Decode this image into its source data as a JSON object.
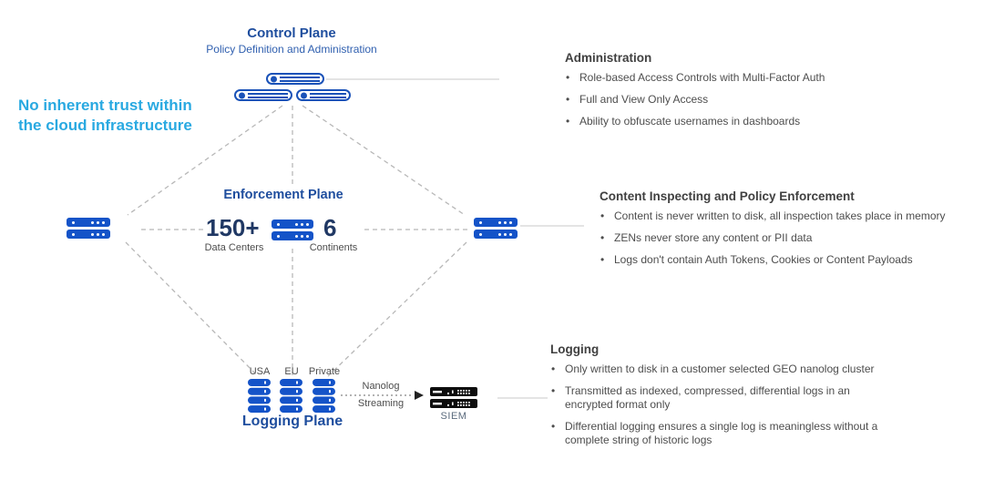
{
  "palette": {
    "icon_blue": "#1453c8",
    "outline_blue": "#1a52b8",
    "heading_blue": "#1f4e9e",
    "subtitle_blue": "#2f5faf",
    "dark_navy": "#203864",
    "light_blue": "#29a9e1",
    "text_gray": "#4d4d4d",
    "line_gray": "#b8b8b8",
    "siem_black": "#0d0d0d"
  },
  "statement": {
    "text": "No inherent trust within the cloud infrastructure"
  },
  "control_plane": {
    "title": "Control Plane",
    "subtitle": "Policy Definition and Administration"
  },
  "enforcement_plane": {
    "title": "Enforcement Plane",
    "stats": [
      {
        "value": "150+",
        "label": "Data Centers"
      },
      {
        "value": "6",
        "label": "Continents"
      }
    ]
  },
  "logging_plane": {
    "title": "Logging Plane",
    "databases": [
      "USA",
      "EU",
      "Private"
    ],
    "stream": {
      "line1": "Nanolog",
      "line2": "Streaming"
    },
    "siem_label": "SIEM"
  },
  "sections": [
    {
      "heading": "Administration",
      "bullets": [
        "Role-based Access Controls with Multi-Factor Auth",
        "Full and View Only Access",
        "Ability to obfuscate usernames in dashboards"
      ]
    },
    {
      "heading": "Content Inspecting and Policy Enforcement",
      "bullets": [
        "Content is never written to disk, all inspection takes place in memory",
        "ZENs never store any content or PII data",
        "Logs don't contain Auth Tokens, Cookies or Content Payloads"
      ]
    },
    {
      "heading": "Logging",
      "bullets": [
        "Only written to disk in a customer selected GEO nanolog cluster",
        "Transmitted as indexed, compressed, differential logs in an encrypted format only",
        "Differential logging ensures a single log is meaningless without a complete string of historic logs"
      ]
    }
  ]
}
